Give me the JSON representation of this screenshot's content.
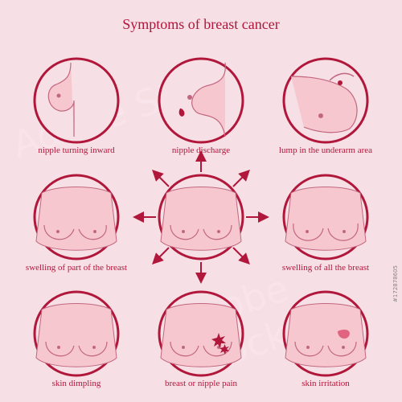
{
  "title": "Symptoms of breast cancer",
  "labels": {
    "nipple_turning_inward": "nipple turning inward",
    "nipple_discharge": "nipple discharge",
    "lump_underarm": "lump in the underarm area",
    "swelling_part": "swelling of part of the breast",
    "swelling_all": "swelling of all the breast",
    "skin_dimpling": "skin dimpling",
    "breast_nipple_pain": "breast or nipple pain",
    "skin_irritation": "skin irritation"
  },
  "watermark": "Adobe Stock",
  "stock_id": "#172878605",
  "colors": {
    "ring": "#b0173a",
    "skin": "#f6c7cf",
    "line": "#c2677f",
    "bg": "#f7dfe6"
  }
}
